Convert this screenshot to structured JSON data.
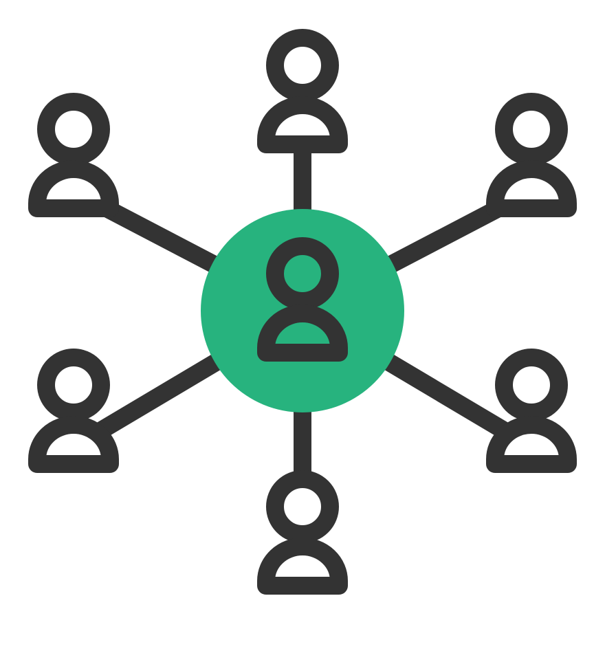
{
  "diagram": {
    "kind": "hub-and-spoke network icon",
    "colors": {
      "stroke": "#333333",
      "hub_fill": "#27b37e",
      "background": "#ffffff"
    },
    "hub": {
      "icon": "person-icon"
    },
    "nodes": [
      {
        "id": "top",
        "icon": "person-icon"
      },
      {
        "id": "upper-left",
        "icon": "person-icon"
      },
      {
        "id": "upper-right",
        "icon": "person-icon"
      },
      {
        "id": "lower-left",
        "icon": "person-icon"
      },
      {
        "id": "lower-right",
        "icon": "person-icon"
      },
      {
        "id": "bottom",
        "icon": "person-icon"
      }
    ]
  }
}
